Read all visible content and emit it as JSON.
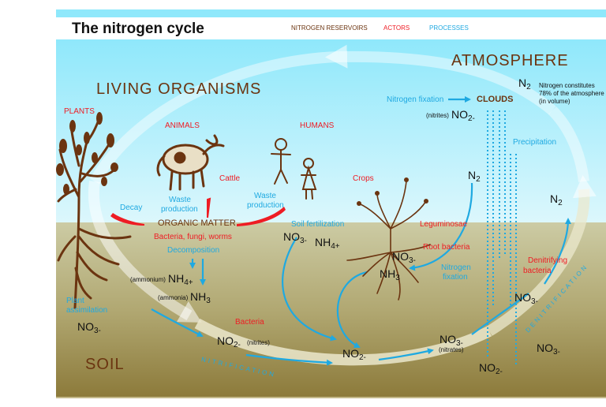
{
  "header": {
    "title": "The nitrogen cycle",
    "legend": {
      "reservoirs": "NITROGEN RESERVOIRS",
      "actors": "ACTORS",
      "processes": "PROCESSES"
    }
  },
  "colors": {
    "reservoirs": "#6b3410",
    "actors": "#ee1c24",
    "processes": "#1fa9e1",
    "sky_top": "#8fe8fb",
    "sky_bottom": "#d8f6fc",
    "soil_top": "#c9c8a1",
    "soil_bottom": "#8c7a3a"
  },
  "reservoirs": {
    "atmosphere": "ATMOSPHERE",
    "living": "LIVING ORGANISMS",
    "soil": "SOIL",
    "clouds": "CLOUDS",
    "organic_matter": "ORGANIC MATTER"
  },
  "actors": {
    "plants": "PLANTS",
    "animals": "ANIMALS",
    "humans": "HUMANS",
    "cattle": "Cattle",
    "crops": "Crops",
    "leguminosae": "Leguminosae",
    "root_bacteria": "Root bacteria",
    "decomposers": "Bacteria, fungi, worms",
    "bacteria": "Bacteria",
    "denitrifying_1": "Denitrifying",
    "denitrifying_2": "bacteria"
  },
  "processes": {
    "nitrogen_fixation_top": "Nitrogen fixation",
    "precipitation": "Precipitation",
    "decay": "Decay",
    "waste_1a": "Waste",
    "waste_1b": "production",
    "waste_2a": "Waste",
    "waste_2b": "production",
    "soil_fertilization": "Soil fertilization",
    "decomposition": "Decomposition",
    "plant_assim_1": "Plant",
    "plant_assim_2": "assimilation",
    "nitrogen_fixation_root_1": "Nitrogen",
    "nitrogen_fixation_root_2": "fixation",
    "nitrification": "NITRIFICATION",
    "denitrification": "DENITRIFICATION"
  },
  "chemistry": {
    "n2_atm": {
      "base": "N",
      "sub": "2"
    },
    "n2_note": [
      "Nitrogen constitutes",
      "78% of the atmosphere",
      "(in volume)"
    ],
    "nitrites_label": "(nitrites)",
    "no2_cloud": {
      "base": "NO",
      "sub": "2-"
    },
    "n2_left": {
      "base": "N",
      "sub": "2"
    },
    "n2_right": {
      "base": "N",
      "sub": "2"
    },
    "no3_fert": {
      "base": "NO",
      "sub": "3-"
    },
    "nh4_fert": {
      "base": "NH",
      "sub": "4+"
    },
    "no3_root": {
      "base": "NO",
      "sub": "3-"
    },
    "nh3_root": {
      "base": "NH",
      "sub": "3"
    },
    "ammonium_label": "(ammonium)",
    "nh4_decomp": {
      "base": "NH",
      "sub": "4+"
    },
    "ammonia_label": "(ammonia)",
    "nh3_decomp": {
      "base": "NH",
      "sub": "3"
    },
    "no3_plant": {
      "base": "NO",
      "sub": "3-"
    },
    "no2_nitrites": {
      "base": "NO",
      "sub": "2-"
    },
    "nitrites_label2": "(nitrites)",
    "no2_mid": {
      "base": "NO",
      "sub": "2-"
    },
    "no3_nitrates": {
      "base": "NO",
      "sub": "3-"
    },
    "nitrates_label": "(nitrates)",
    "no3_denit": {
      "base": "NO",
      "sub": "3-"
    },
    "no2_bottom": {
      "base": "NO",
      "sub": "2-"
    },
    "no3_bottom": {
      "base": "NO",
      "sub": "3-"
    }
  }
}
